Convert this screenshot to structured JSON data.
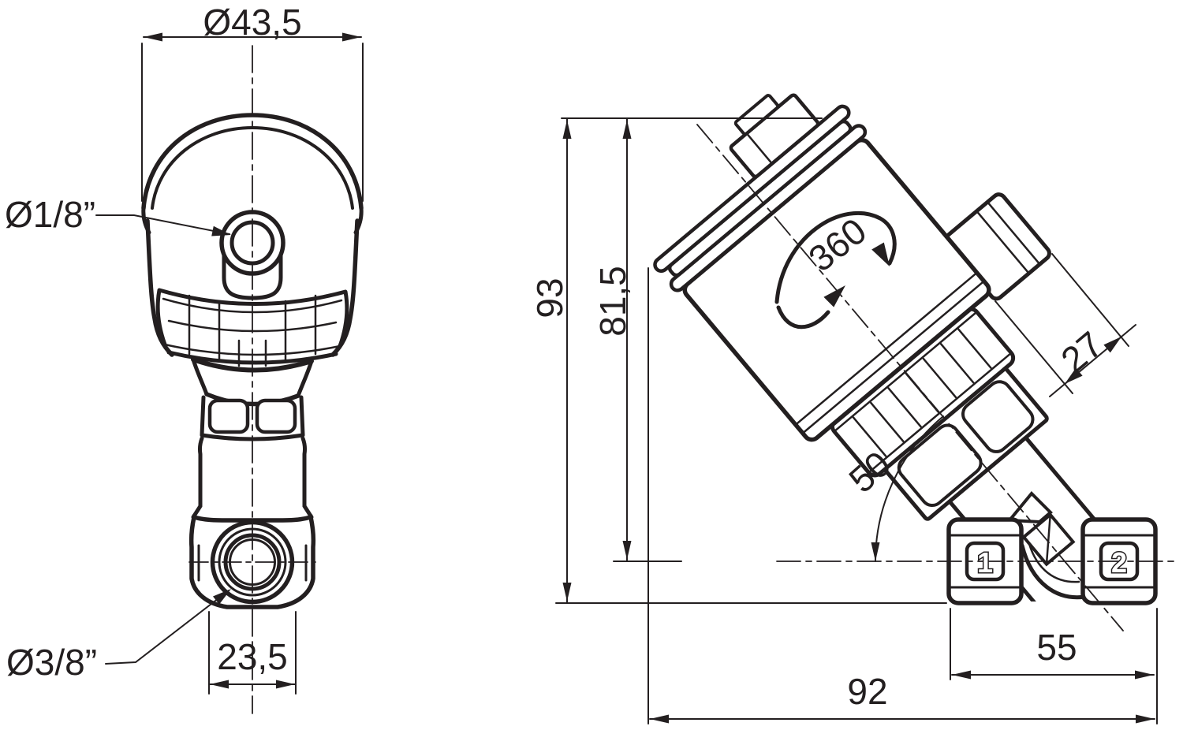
{
  "drawing": {
    "type": "technical-dimension-drawing",
    "subject": "angle-seat valve, two orthographic views",
    "colors": {
      "line": "#231f20",
      "background": "#ffffff"
    }
  },
  "front_view": {
    "dim_top_diameter": "Ø43,5",
    "label_pilot_port": "Ø1/8”",
    "label_bottom_port": "Ø3/8”",
    "dim_port_width": "23,5"
  },
  "side_view": {
    "dim_overall_height": "93",
    "dim_axis_height": "81,5",
    "dim_rotation": "360",
    "dim_across_flats": "27",
    "dim_seat_angle": "50",
    "dim_port_length": "55",
    "dim_overall_length": "92",
    "port_1": "1",
    "port_2": "2"
  }
}
